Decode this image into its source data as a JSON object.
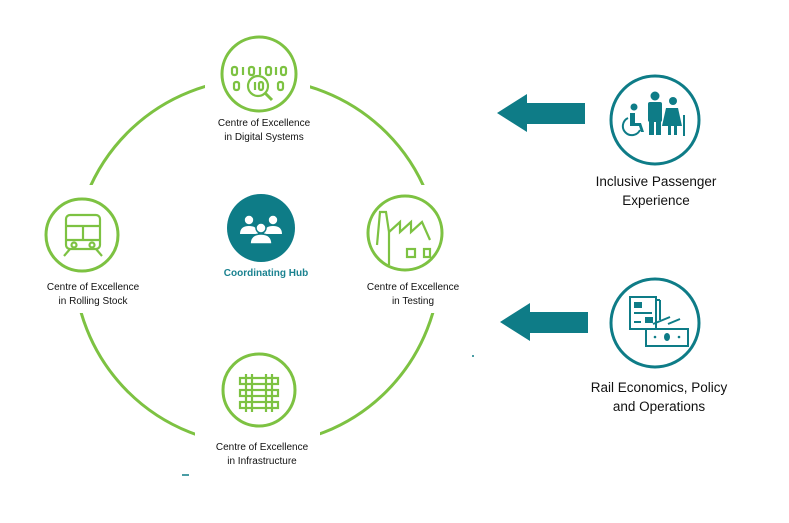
{
  "colors": {
    "green": "#7dc242",
    "teal": "#0e7c87",
    "text": "#111111",
    "hub_text": "#1a8290"
  },
  "hub": {
    "label": "Coordinating Hub",
    "icon": "people-group-icon"
  },
  "centres": [
    {
      "id": "digital",
      "line1": "Centre of Excellence",
      "line2": "in Digital Systems",
      "icon": "binary-magnifier-icon"
    },
    {
      "id": "rolling",
      "line1": "Centre of Excellence",
      "line2": "in Rolling Stock",
      "icon": "train-icon"
    },
    {
      "id": "testing",
      "line1": "Centre of Excellence",
      "line2": "in Testing",
      "icon": "factory-icon"
    },
    {
      "id": "infrastructure",
      "line1": "Centre of Excellence",
      "line2": "in Infrastructure",
      "icon": "rail-track-icon"
    }
  ],
  "inputs": [
    {
      "id": "passenger",
      "line1": "Inclusive Passenger",
      "line2": "Experience",
      "icon": "accessibility-people-icon",
      "arrow": "left-arrow-icon"
    },
    {
      "id": "economics",
      "line1": "Rail Economics, Policy",
      "line2": "and Operations",
      "icon": "documents-money-icon",
      "arrow": "left-arrow-icon"
    }
  ]
}
